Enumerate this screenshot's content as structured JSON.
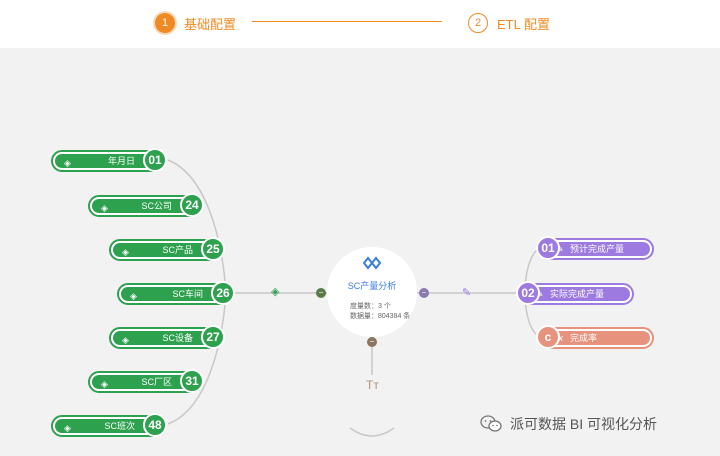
{
  "steps": [
    {
      "num": "1",
      "label": "基础配置"
    },
    {
      "num": "2",
      "label": "ETL 配置"
    }
  ],
  "center": {
    "title": "SC产量分析",
    "fields_label": "度量数：",
    "fields_value": "3 个",
    "rows_label": "数据量：",
    "rows_value": "804384 条",
    "icon": "link-chain-icon"
  },
  "dimensions": [
    {
      "badge": "01",
      "label": "年月日",
      "icon": "dimension-icon"
    },
    {
      "badge": "24",
      "label": "SC公司",
      "icon": "dimension-icon"
    },
    {
      "badge": "25",
      "label": "SC产品",
      "icon": "dimension-icon"
    },
    {
      "badge": "26",
      "label": "SC车间",
      "icon": "dimension-icon"
    },
    {
      "badge": "27",
      "label": "SC设备",
      "icon": "dimension-icon"
    },
    {
      "badge": "31",
      "label": "SC厂区",
      "icon": "dimension-icon"
    },
    {
      "badge": "48",
      "label": "SC班次",
      "icon": "dimension-icon"
    }
  ],
  "measures": [
    {
      "badge": "01",
      "label": "预计完成产量",
      "icon": "ruler-icon",
      "color": "#9d7ae0"
    },
    {
      "badge": "02",
      "label": "实际完成产量",
      "icon": "ruler-icon",
      "color": "#9d7ae0"
    },
    {
      "badge": "c",
      "label": "完成率",
      "icon": "fx-icon",
      "color": "#e7927d"
    }
  ],
  "connectors": {
    "minus": "−",
    "text_node_icon": "text-type-icon",
    "text_node_glyph": "Tт"
  },
  "watermark": {
    "text": "派可数据 BI 可视化分析",
    "icon": "wechat-icon"
  },
  "colors": {
    "accent": "#f08a24",
    "dimension": "#2ea14f",
    "measure": "#9d7ae0",
    "calc": "#e7927d",
    "title": "#3a7de0"
  }
}
